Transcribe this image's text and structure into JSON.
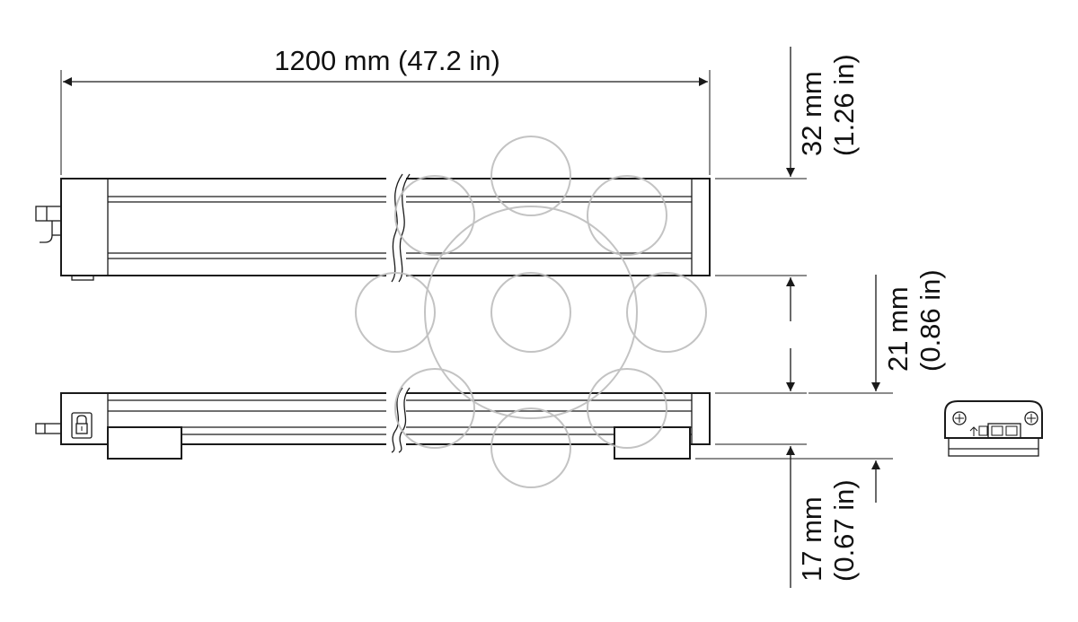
{
  "dimensions": {
    "length": "1200 mm (47.2 in)",
    "height_top_mm": "32 mm",
    "height_top_in": "(1.26 in)",
    "height_mid_mm": "21 mm",
    "height_mid_in": "(0.86 in)",
    "height_bottom_mm": "17 mm",
    "height_bottom_in": "(0.67 in)"
  },
  "colors": {
    "line": "#1a1a1a",
    "watermark": "#bdbdbd",
    "background": "#ffffff"
  },
  "icons": {
    "lock": "lock-icon",
    "screw": "screw-icon"
  }
}
